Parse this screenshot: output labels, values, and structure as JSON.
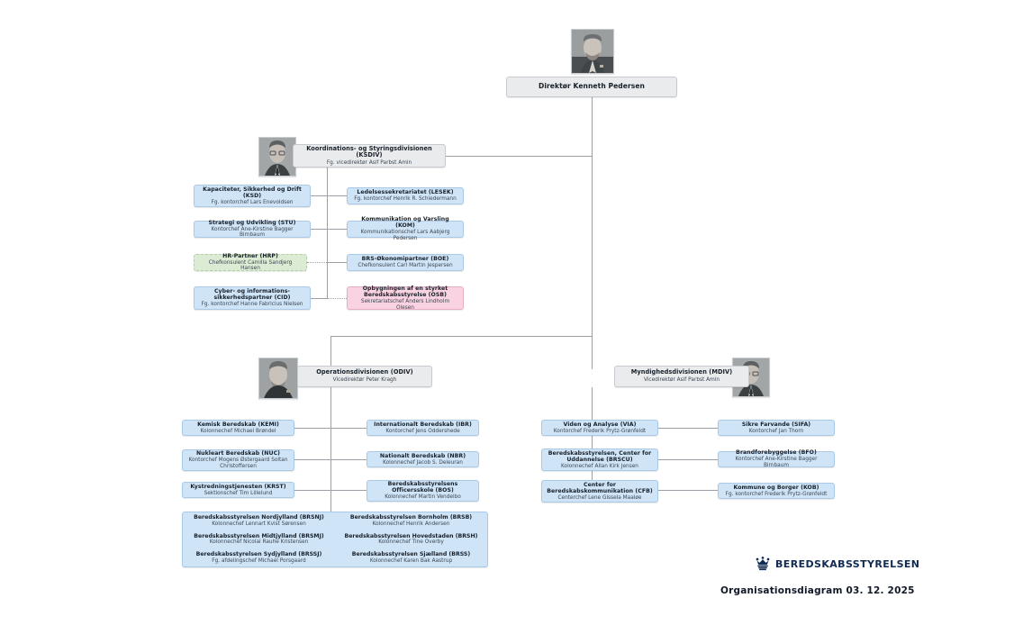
{
  "document": {
    "title": "Organisationsdiagram",
    "date_label": "Organisationsdiagram 03. 12. 2025",
    "brand_name": "BEREDSKABSSTYRELSEN",
    "brand_icon": "crown-icon",
    "colors": {
      "blue_unit": "#cfe4f7",
      "green_unit": "#dcecd4",
      "pink_unit": "#f9d3e1",
      "grey_unit": "#e9ebec",
      "line": "#9aa0a6",
      "brand_navy": "#102a52"
    }
  },
  "director": {
    "title": "Direktør Kenneth Pedersen",
    "portrait_name": "portrait-kenneth-pedersen"
  },
  "divisions": [
    {
      "id": "ksdiv",
      "title": "Koordinations- og Styringsdivisionen (KSDIV)",
      "subtitle": "Fg. vicedirektør Asif Parbst Amin",
      "portrait_name": "portrait-asif-parbst-amin-ksdiv"
    },
    {
      "id": "odiv",
      "title": "Operationsdivisionen (ODIV)",
      "subtitle": "Vicedirektør Peter Kragh",
      "portrait_name": "portrait-peter-kragh"
    },
    {
      "id": "mdiv",
      "title": "Myndighedsdivisionen (MDIV)",
      "subtitle": "Vicedirektør Asif Parbst Amin",
      "portrait_name": "portrait-asif-parbst-amin-mdiv"
    }
  ],
  "ksdiv_left": [
    {
      "title": "Kapaciteter, Sikkerhed og Drift (KSD)",
      "subtitle": "Fg. kontorchef Lars Enevoldsen",
      "variant": "blue"
    },
    {
      "title": "Strategi og Udvikling (STU)",
      "subtitle": "Kontorchef Ane-Kirstine Bagger Birnbaum",
      "variant": "blue"
    },
    {
      "title": "HR-Partner (HRP)",
      "subtitle": "Chefkonsulent Camilla Sandjerg Hansen",
      "variant": "green"
    },
    {
      "title": "Cyber- og informations- sikkerhedspartner (CID)",
      "subtitle": "Fg. kontorchef Hanne Fabricius Nielsen",
      "variant": "blue"
    }
  ],
  "ksdiv_right": [
    {
      "title": "Ledelsessekretariatet (LESEK)",
      "subtitle": "Fg. kontorchef Henrik R. Schiedermann",
      "variant": "blue"
    },
    {
      "title": "Kommunikation og Varsling (KOM)",
      "subtitle": "Kommunikationschef Lars Aabjerg Pedersen",
      "variant": "blue"
    },
    {
      "title": "BRS-Økonomipartner (BOE)",
      "subtitle": "Chefkonsulent Carl Martin Jespersen",
      "variant": "blue"
    },
    {
      "title": "Opbygningen af en styrket Beredskabsstyrelse (OSB)",
      "subtitle": "Sekretariatschef Anders Lindholm Olesen",
      "variant": "pink"
    }
  ],
  "odiv_left": [
    {
      "title": "Kemisk Beredskab (KEMI)",
      "subtitle": "Kolonnechef Michael Brøndel",
      "variant": "blue"
    },
    {
      "title": "Nukleart Beredskab (NUC)",
      "subtitle": "Kontorchef Mogens Østergaard Soltan Christoffersen",
      "variant": "blue"
    },
    {
      "title": "Kystredningstjenesten (KRST)",
      "subtitle": "Sektionschef Tim Lillelund",
      "variant": "blue"
    }
  ],
  "odiv_right": [
    {
      "title": "Internationalt Beredskab (IBR)",
      "subtitle": "Kontorchef Jens Oddershede",
      "variant": "blue"
    },
    {
      "title": "Nationalt Beredskab (NBR)",
      "subtitle": "Kolonnechef Jacob S. Deleuran",
      "variant": "blue"
    },
    {
      "title": "Beredskabsstyrelsens Officersskole (BOS)",
      "subtitle": "Kolonnechef Martin Vendelbo",
      "variant": "blue"
    }
  ],
  "regions": [
    {
      "title": "Beredskabsstyrelsen Nordjylland (BRSNJ)",
      "subtitle": "Kolonnechef Lennart Kvist Sørensen"
    },
    {
      "title": "Beredskabsstyrelsen Bornholm (BRSB)",
      "subtitle": "Kolonnechef Henrik Andersen"
    },
    {
      "title": "Beredskabsstyrelsen Midtjylland (BRSMJ)",
      "subtitle": "Kolonnechef Nicolai Rauhe Kristensen"
    },
    {
      "title": "Beredskabsstyrelsen Hovedstaden (BRSH)",
      "subtitle": "Kolonnechef Tine Overby"
    },
    {
      "title": "Beredskabsstyrelsen Sydjylland (BRSSJ)",
      "subtitle": "Fg. afdelingschef Michael Porsgaard"
    },
    {
      "title": "Beredskabsstyrelsen Sjælland (BRSS)",
      "subtitle": "Kolonnechef Karen Bak Aastrup"
    }
  ],
  "mdiv_left": [
    {
      "title": "Viden og Analyse (VIA)",
      "subtitle": "Kontorchef Frederik Prytz-Grønfeldt",
      "variant": "blue"
    },
    {
      "title": "Beredskabsstyrelsen, Center for Uddannelse (BRSCU)",
      "subtitle": "Kolonnechef Allan Kirk Jensen",
      "variant": "blue"
    },
    {
      "title": "Center for Beredskabskommunikation (CFB)",
      "subtitle": "Centerchef Lene Gissela Maaløe",
      "variant": "blue"
    }
  ],
  "mdiv_right": [
    {
      "title": "Sikre Farvande (SIFA)",
      "subtitle": "Kontorchef Jan Thorn",
      "variant": "blue"
    },
    {
      "title": "Brandforebyggelse (BFO)",
      "subtitle": "Kontorchef Ane-Kirstine Bagger Birnbaum",
      "variant": "blue"
    },
    {
      "title": "Kommune og Borger (KOB)",
      "subtitle": "Fg. kontorchef Frederik Prytz-Grønfeldt",
      "variant": "blue"
    }
  ]
}
